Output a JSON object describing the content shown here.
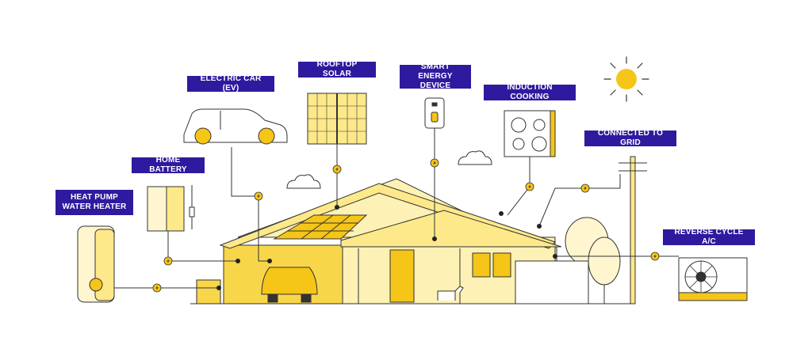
{
  "labels": {
    "heat_pump": [
      "HEAT PUMP",
      "WATER HEATER"
    ],
    "home_battery": "HOME BATTERY",
    "ev": "ELECTRIC CAR (EV)",
    "solar": "ROOFTOP SOLAR",
    "smart_device": [
      "SMART ENERGY",
      "DEVICE"
    ],
    "induction": "INDUCTION COOKING",
    "grid": "CONNECTED TO GRID",
    "ac": "REVERSE CYCLE A/C"
  },
  "colors": {
    "label_bg": "#2e1a9e",
    "accent_yellow": "#f5c518",
    "light_yellow": "#fde98a",
    "pale_yellow": "#fff6cf",
    "line": "#333333"
  },
  "icons": [
    "bolt-icon",
    "sun-icon",
    "cloud-icon"
  ]
}
